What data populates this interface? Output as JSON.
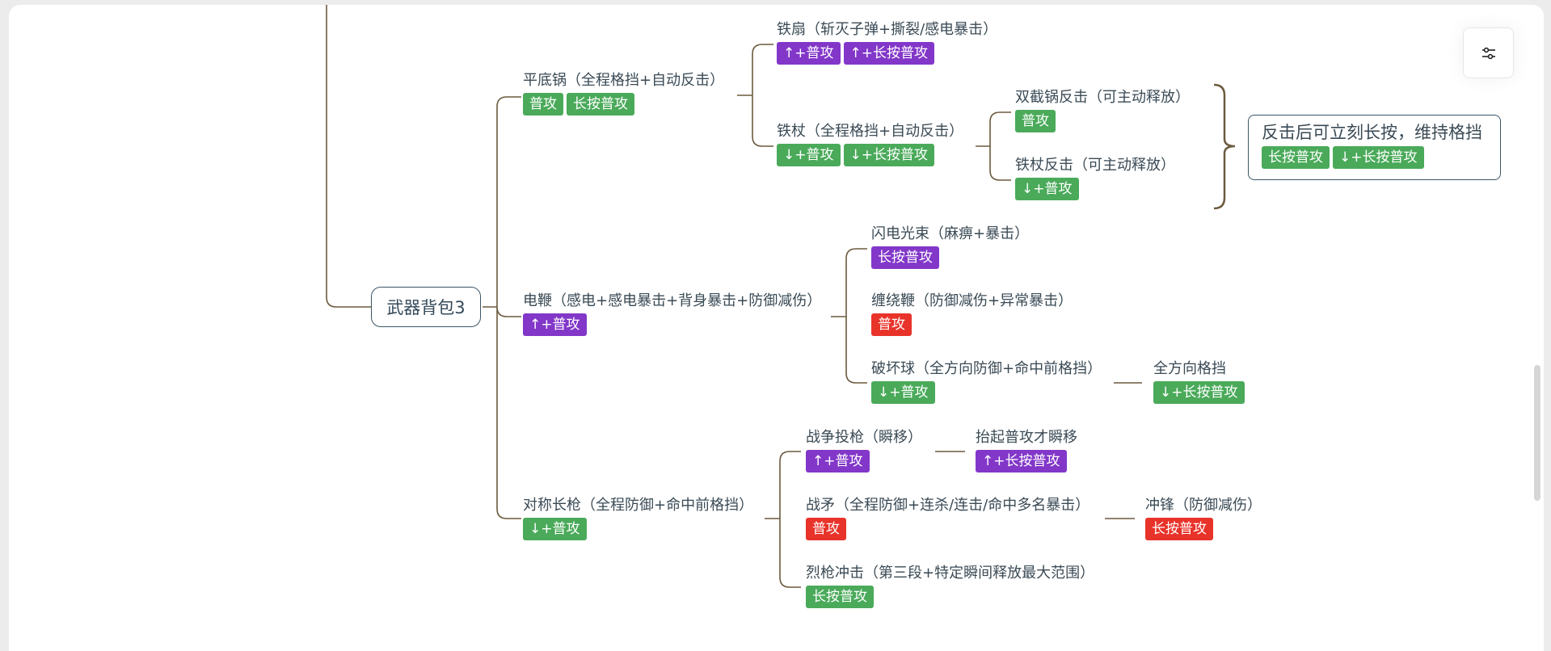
{
  "colors": {
    "green": "#4aaa5a",
    "purple": "#8237c9",
    "red": "#e8332a",
    "line": "#6b5a3e",
    "node_border": "#3c5566"
  },
  "root": {
    "label": "武器背包3"
  },
  "toolbar": {
    "settings_icon": "sliders-icon"
  },
  "branches": [
    {
      "title": "平底锅（全程格挡+自动反击）",
      "badges": [
        {
          "label": "普攻",
          "color": "green"
        },
        {
          "label": "长按普攻",
          "color": "green"
        }
      ],
      "children": [
        {
          "title": "铁扇（斩灭子弹+撕裂/感电暴击）",
          "badges": [
            {
              "label": "↑+普攻",
              "color": "purple"
            },
            {
              "label": "↑+长按普攻",
              "color": "purple"
            }
          ]
        },
        {
          "title": "铁杖（全程格挡+自动反击）",
          "badges": [
            {
              "label": "↓+普攻",
              "color": "green"
            },
            {
              "label": "↓+长按普攻",
              "color": "green"
            }
          ],
          "children": [
            {
              "title": "双截锅反击（可主动释放）",
              "badges": [
                {
                  "label": "普攻",
                  "color": "green"
                }
              ]
            },
            {
              "title": "铁杖反击（可主动释放）",
              "badges": [
                {
                  "label": "↓+普攻",
                  "color": "green"
                }
              ]
            }
          ],
          "summary": {
            "title": "反击后可立刻长按，维持格挡",
            "badges": [
              {
                "label": "长按普攻",
                "color": "green"
              },
              {
                "label": "↓+长按普攻",
                "color": "green"
              }
            ]
          }
        }
      ]
    },
    {
      "title": "电鞭（感电+感电暴击+背身暴击+防御减伤）",
      "badges": [
        {
          "label": "↑+普攻",
          "color": "purple"
        }
      ],
      "children": [
        {
          "title": "闪电光束（麻痹+暴击）",
          "badges": [
            {
              "label": "长按普攻",
              "color": "purple"
            }
          ]
        },
        {
          "title": "缠绕鞭（防御减伤+异常暴击）",
          "badges": [
            {
              "label": "普攻",
              "color": "red"
            }
          ]
        },
        {
          "title": "破坏球（全方向防御+命中前格挡）",
          "badges": [
            {
              "label": "↓+普攻",
              "color": "green"
            }
          ],
          "next": {
            "title": "全方向格挡",
            "badges": [
              {
                "label": "↓+长按普攻",
                "color": "green"
              }
            ]
          }
        }
      ]
    },
    {
      "title": "对称长枪（全程防御+命中前格挡）",
      "badges": [
        {
          "label": "↓+普攻",
          "color": "green"
        }
      ],
      "children": [
        {
          "title": "战争投枪（瞬移）",
          "badges": [
            {
              "label": "↑+普攻",
              "color": "purple"
            }
          ],
          "next": {
            "title": "抬起普攻才瞬移",
            "badges": [
              {
                "label": "↑+长按普攻",
                "color": "purple"
              }
            ]
          }
        },
        {
          "title": "战矛（全程防御+连杀/连击/命中多名暴击）",
          "badges": [
            {
              "label": "普攻",
              "color": "red"
            }
          ],
          "next": {
            "title": "冲锋（防御减伤）",
            "badges": [
              {
                "label": "长按普攻",
                "color": "red"
              }
            ]
          }
        },
        {
          "title": "烈枪冲击（第三段+特定瞬间释放最大范围）",
          "badges": [
            {
              "label": "长按普攻",
              "color": "green"
            }
          ]
        }
      ]
    }
  ]
}
